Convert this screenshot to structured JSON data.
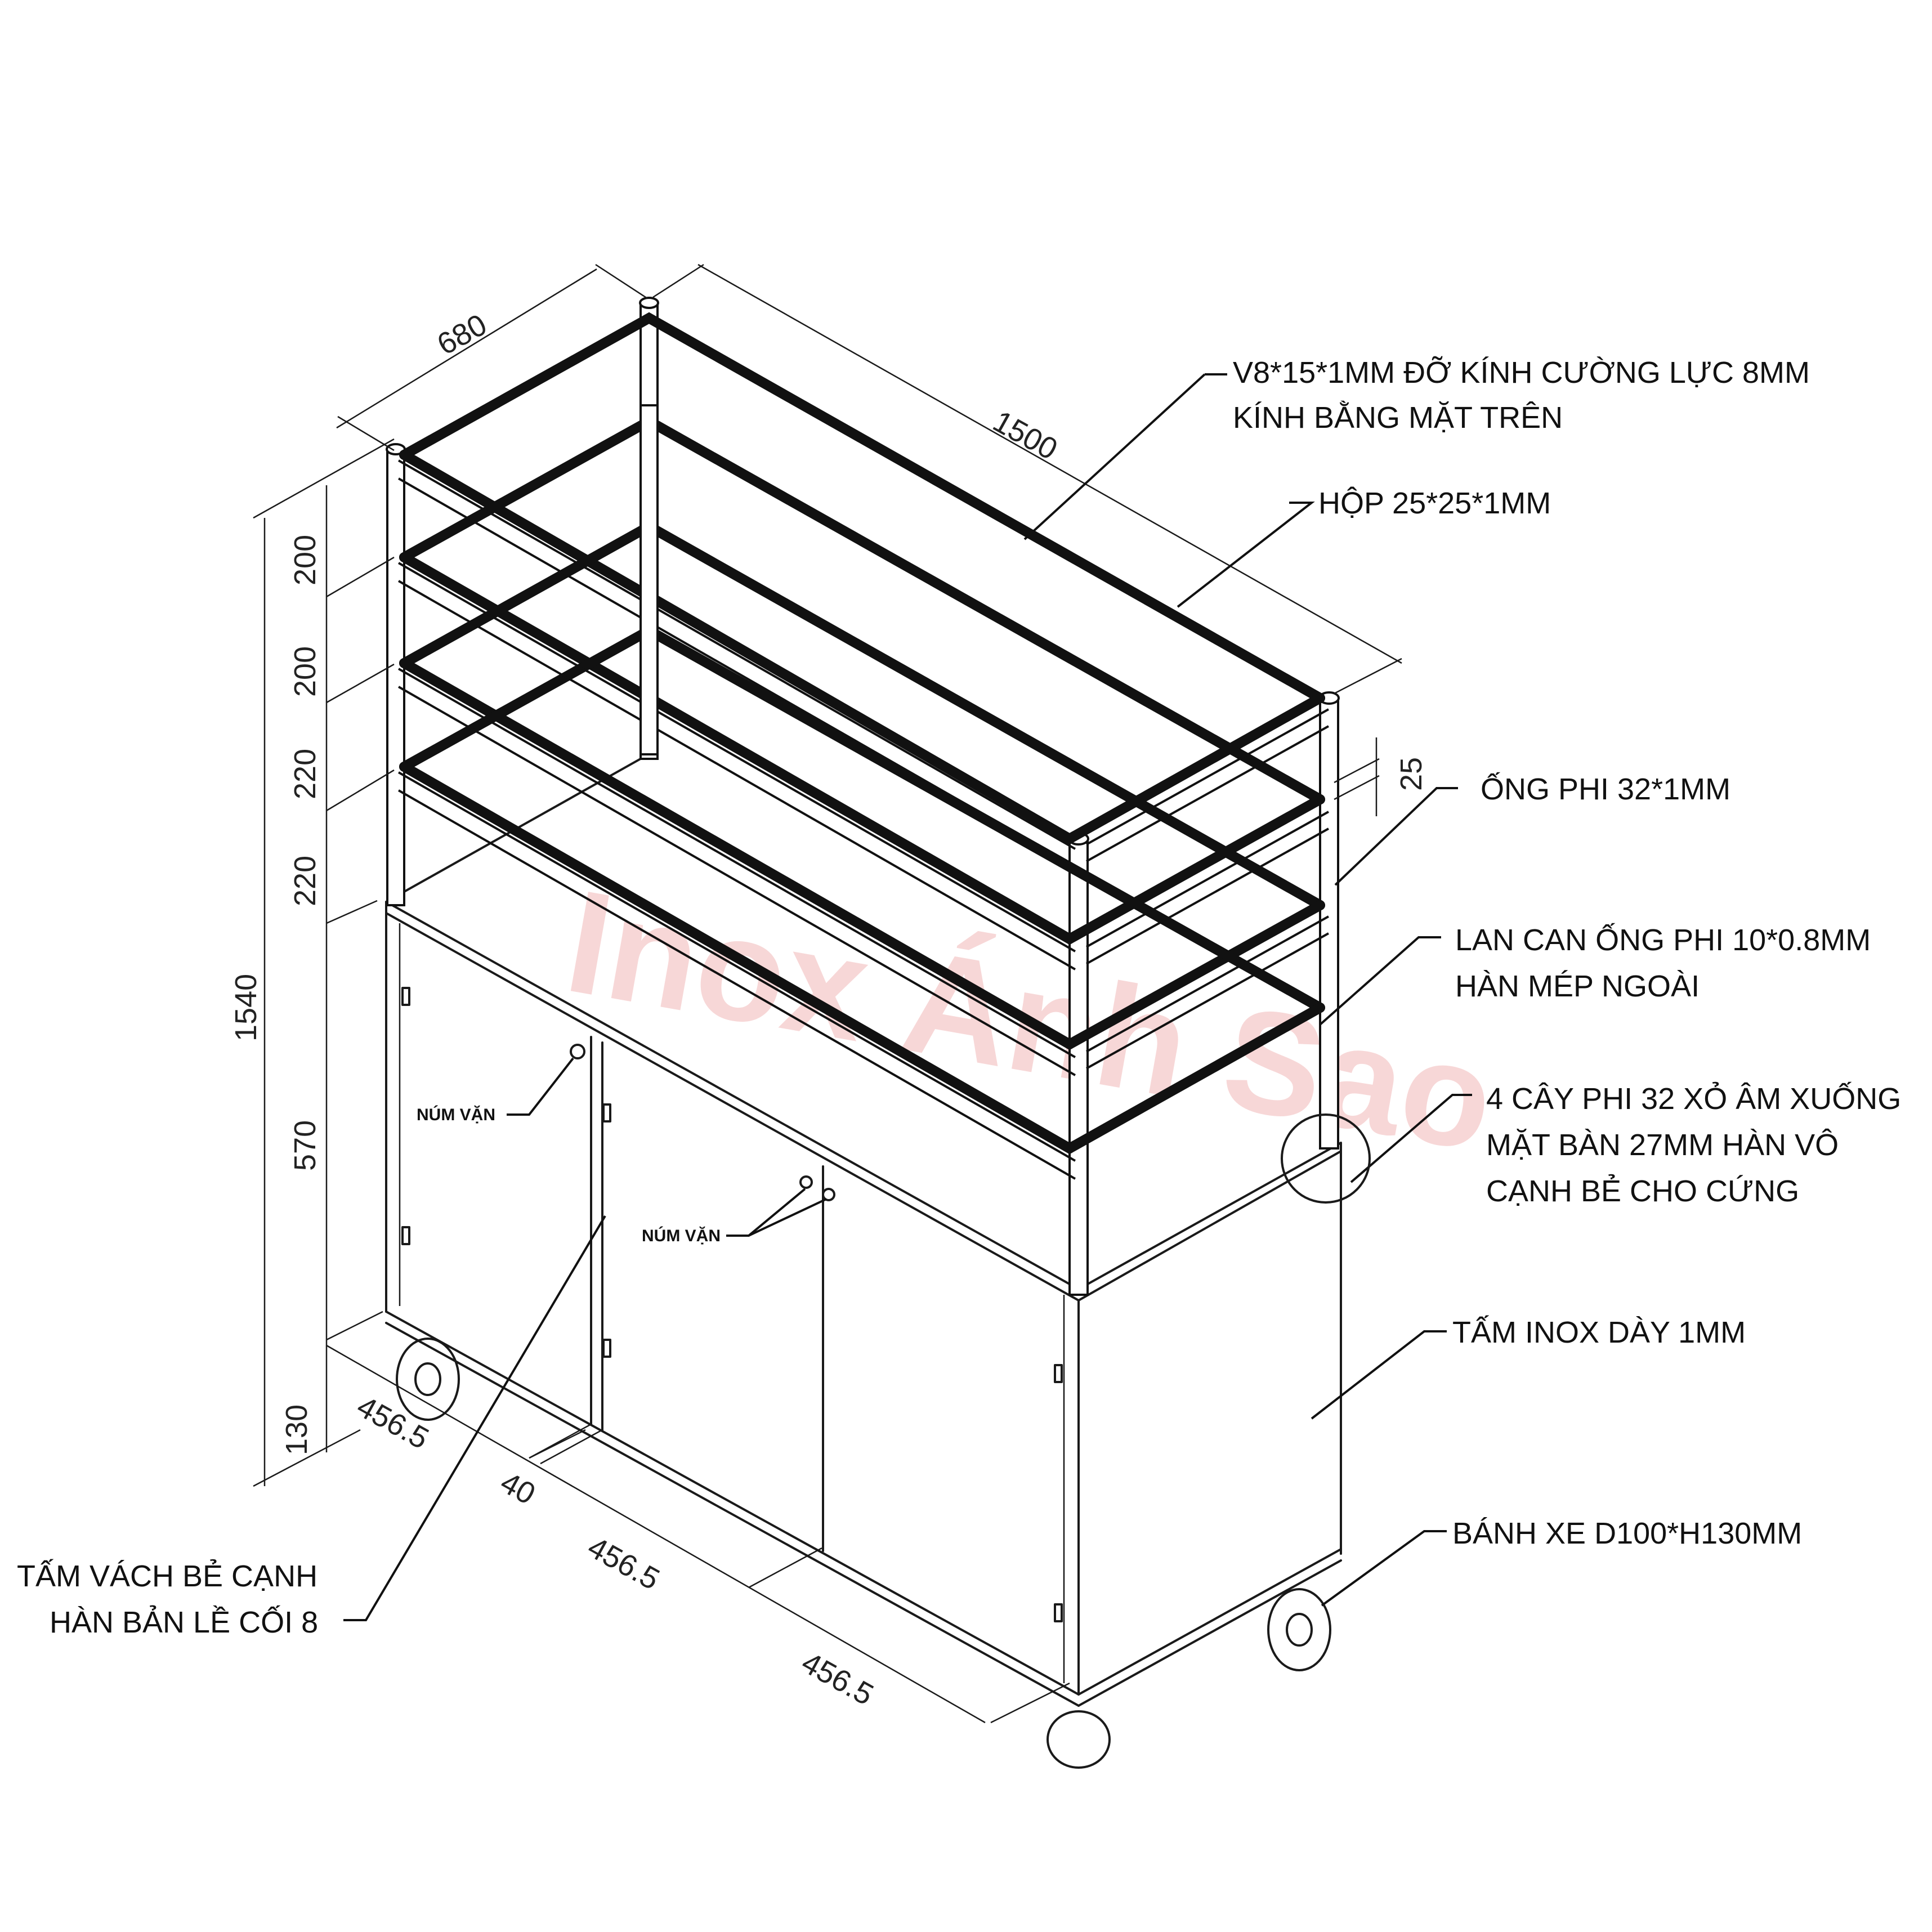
{
  "watermark": "Inox Ánh Sao",
  "dimensions": {
    "depth": "680",
    "length": "1500",
    "tier1": "200",
    "tier2": "200",
    "tier3": "220",
    "tier4": "220",
    "total_height": "1540",
    "cabinet_height": "570",
    "wheel_height": "130",
    "bay1": "456.5",
    "gap": "40",
    "bay2": "456.5",
    "bay3": "456.5",
    "rail_height": "25"
  },
  "labels": {
    "glass_support_line1": "V8*15*1MM ĐỠ KÍNH CƯỜNG LỰC 8MM",
    "glass_support_line2": "KÍNH BẰNG MẶT TRÊN",
    "box_tube": "HỘP 25*25*1MM",
    "pipe": "ỐNG PHI 32*1MM",
    "railing_line1": "LAN CAN ỐNG PHI 10*0.8MM",
    "railing_line2": "HÀN MÉP NGOÀI",
    "posts_line1": "4 CÂY PHI 32 XỎ ÂM XUỐNG",
    "posts_line2": "MẶT BÀN 27MM HÀN VÔ",
    "posts_line3": "CẠNH BẺ CHO CỨNG",
    "sheet": "TẤM INOX DÀY 1MM",
    "wheel": "BÁNH XE D100*H130MM",
    "side_panel_line1": "TẤM VÁCH BẺ CẠNH",
    "side_panel_line2": "HÀN BẢN LỀ CỐI 8",
    "knob_1": "NÚM VẶN",
    "knob_2": "NÚM VẶN"
  }
}
